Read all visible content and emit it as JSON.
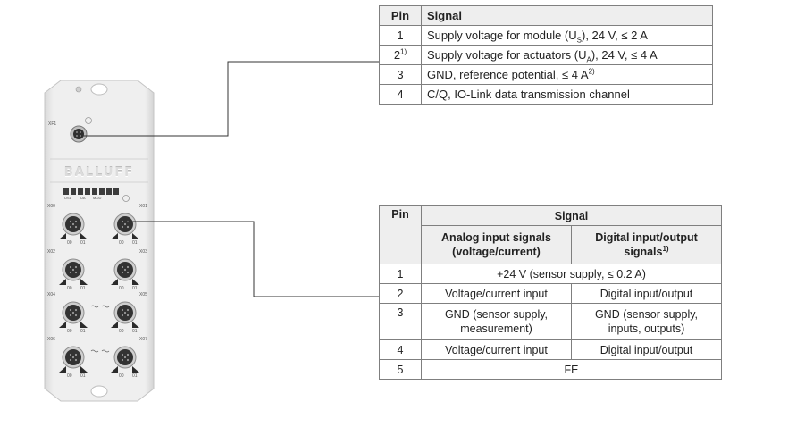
{
  "device": {
    "brand": "BALLUFF",
    "labels": {
      "xf1": "XF1",
      "us": "US1",
      "ua": "UA",
      "mod": "MOD",
      "x00": "X00",
      "x01": "X01",
      "x02": "X02",
      "x03": "X03",
      "x04": "X04",
      "x05": "X05",
      "x06": "X06",
      "x07": "X07",
      "p0": "00",
      "p1": "01"
    },
    "colors": {
      "housing": "#ececec",
      "connector": "#3a3a3a",
      "accent": "#2b2b2b"
    }
  },
  "table_top": {
    "header": {
      "pin": "Pin",
      "signal": "Signal"
    },
    "rows": [
      {
        "pin": "1",
        "pin_sup": "",
        "text_a": "Supply voltage for module (U",
        "sub": "S",
        "text_b": "), 24 V, ≤ 2 A",
        "sup": ""
      },
      {
        "pin": "2",
        "pin_sup": "1)",
        "text_a": "Supply voltage for actuators (U",
        "sub": "A",
        "text_b": "), 24 V, ≤ 4 A",
        "sup": ""
      },
      {
        "pin": "3",
        "pin_sup": "",
        "text_a": "GND, reference potential, ≤ 4 A",
        "sub": "",
        "text_b": "",
        "sup": "2)"
      },
      {
        "pin": "4",
        "pin_sup": "",
        "text_a": "C/Q, IO-Link data transmission channel",
        "sub": "",
        "text_b": "",
        "sup": ""
      }
    ]
  },
  "table_bottom": {
    "header": {
      "pin": "Pin",
      "signal": "Signal",
      "analog": "Analog input signals (voltage/current)",
      "digital": "Digital input/output signals",
      "digital_sup": "1)"
    },
    "rows": [
      {
        "pin": "1",
        "merged": "+24 V (sensor supply, ≤ 0.2 A)"
      },
      {
        "pin": "2",
        "analog": "Voltage/current input",
        "digital": "Digital input/output"
      },
      {
        "pin": "3",
        "analog": "GND (sensor supply, measurement)",
        "digital": "GND (sensor supply, inputs, outputs)"
      },
      {
        "pin": "4",
        "analog": "Voltage/current input",
        "digital": "Digital input/output"
      },
      {
        "pin": "5",
        "merged": "FE"
      }
    ]
  }
}
